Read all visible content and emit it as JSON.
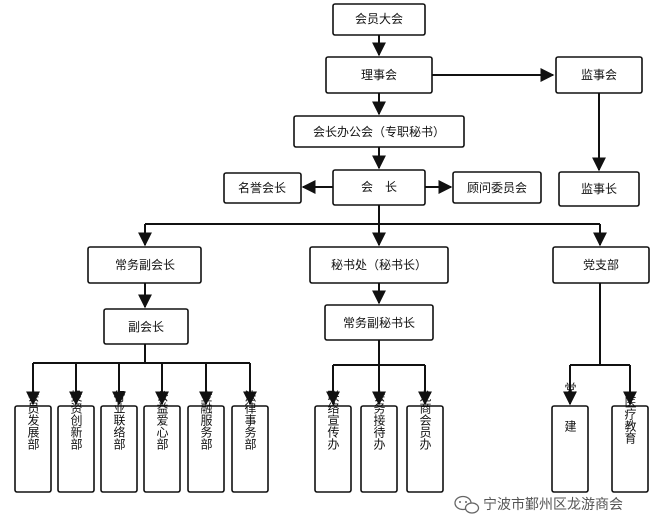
{
  "diagram": {
    "nodes": {
      "general_assembly": "会员大会",
      "council": "理事会",
      "supervisory_board": "监事会",
      "president_office": "会长办公会（专职秘书）",
      "president": "会　长",
      "honorary_president": "名誉会长",
      "advisory_committee": "顾问委员会",
      "chief_supervisor": "监事长",
      "executive_vp": "常务副会长",
      "secretariat": "秘书处（秘书长）",
      "party_branch": "党支部",
      "vice_president": "副会长",
      "exec_deputy_secretary": "常务副秘书长",
      "member_development": "会员发展部",
      "investment_innovation": "投资创新部",
      "industry_liaison": "行业联络部",
      "charity": "公益爱心部",
      "finance_services": "金融服务部",
      "legal_affairs": "法律事务部",
      "publicity": "联络宣传办",
      "reception": "会务接待办",
      "longshang_members": "龙商会员办",
      "party_building": "党建",
      "medical_education": "医疗教育"
    },
    "watermark": "宁波市鄞州区龙游商会"
  }
}
